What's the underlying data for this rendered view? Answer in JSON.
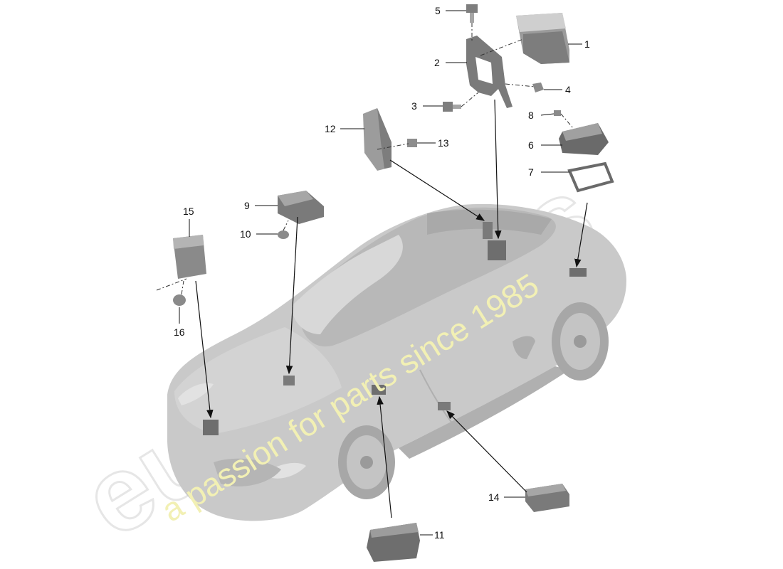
{
  "watermark": {
    "brand": "eurospares",
    "tagline": "a passion for parts since 1985"
  },
  "callouts": [
    "1",
    "2",
    "3",
    "4",
    "5",
    "6",
    "7",
    "8",
    "9",
    "10",
    "11",
    "12",
    "13",
    "14",
    "15",
    "16"
  ],
  "colors": {
    "car_body": "#c9c9c9",
    "car_shade": "#b3b3b3",
    "part_dark": "#6f6f6f",
    "part_mid": "#9b9b9b",
    "part_light": "#cfcfcf",
    "watermark_brand": "#e6e6e6",
    "watermark_tagline": "#f2f0b4"
  }
}
